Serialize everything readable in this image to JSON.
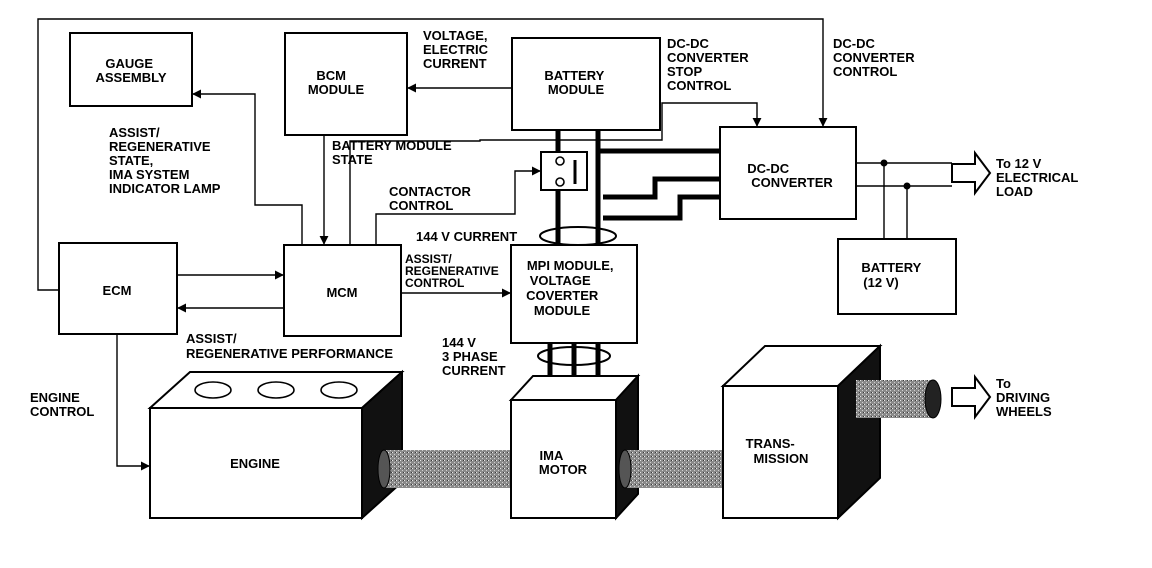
{
  "blocks": {
    "gauge": [
      "GAUGE",
      "ASSEMBLY"
    ],
    "bcm": [
      "BCM",
      "MODULE"
    ],
    "battery_module": [
      "BATTERY",
      "MODULE"
    ],
    "dcdc": [
      "DC-DC",
      "CONVERTER"
    ],
    "battery12": [
      "BATTERY",
      "(12 V)"
    ],
    "ecm": [
      "ECM"
    ],
    "mcm": [
      "MCM"
    ],
    "mpi": [
      "MPI MODULE,",
      "VOLTAGE",
      "COVERTER",
      "MODULE"
    ],
    "engine": [
      "ENGINE"
    ],
    "ima_motor": [
      "IMA",
      "MOTOR"
    ],
    "transmission": [
      "TRANS-",
      "MISSION"
    ]
  },
  "labels": {
    "voltage_current": [
      "VOLTAGE,",
      "ELECTRIC",
      "CURRENT"
    ],
    "dcdc_stop": [
      "DC-DC",
      "CONVERTER",
      "STOP",
      "CONTROL"
    ],
    "dcdc_control": [
      "DC-DC",
      "CONVERTER",
      "CONTROL"
    ],
    "assist_state": [
      "ASSIST/",
      "REGENERATIVE",
      "STATE,",
      "IMA SYSTEM",
      "INDICATOR LAMP"
    ],
    "battery_state": [
      "BATTERY MODULE",
      "STATE"
    ],
    "contactor": [
      "CONTACTOR",
      "CONTROL"
    ],
    "current_144": [
      "144 V CURRENT"
    ],
    "assist_control": [
      "ASSIST/",
      "REGENERATIVE",
      "CONTROL"
    ],
    "assist_performance": [
      "ASSIST/",
      "REGENERATIVE PERFORMANCE"
    ],
    "three_phase": [
      "144 V",
      "3 PHASE",
      "CURRENT"
    ],
    "engine_control": [
      "ENGINE",
      "CONTROL"
    ],
    "to_electrical": [
      "To 12 V",
      "ELECTRICAL",
      "LOAD"
    ],
    "to_wheels": [
      "To",
      "DRIVING",
      "WHEELS"
    ]
  }
}
